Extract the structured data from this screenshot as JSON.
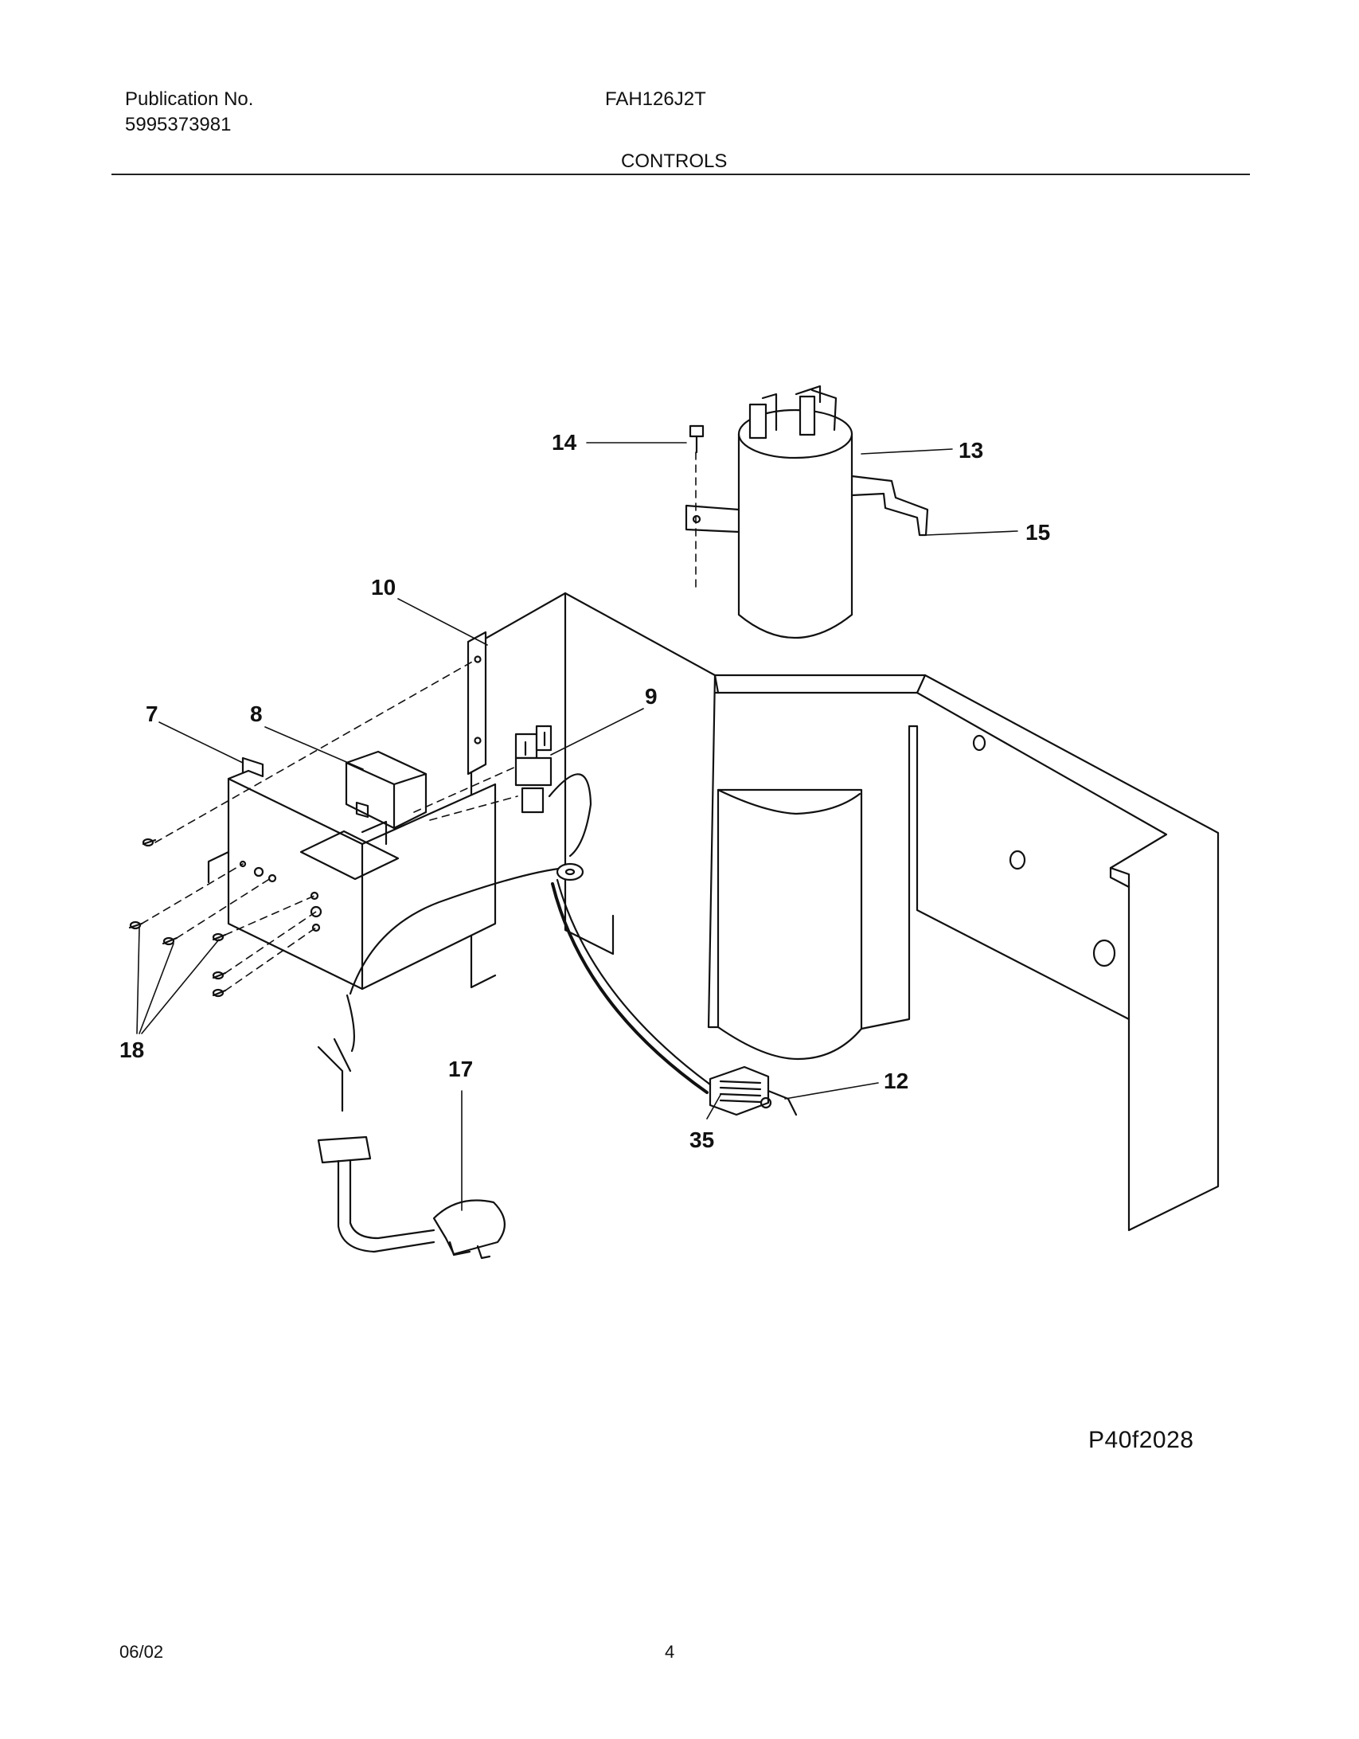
{
  "header": {
    "publication_label": "Publication No.",
    "publication_number": "5995373981",
    "model": "FAH126J2T",
    "section": "CONTROLS"
  },
  "callouts": {
    "c7": "7",
    "c8": "8",
    "c9": "9",
    "c10": "10",
    "c12": "12",
    "c13": "13",
    "c14": "14",
    "c15": "15",
    "c17": "17",
    "c18": "18",
    "c35": "35"
  },
  "diagram_code": "P40f2028",
  "footer": {
    "date": "06/02",
    "page": "4"
  }
}
